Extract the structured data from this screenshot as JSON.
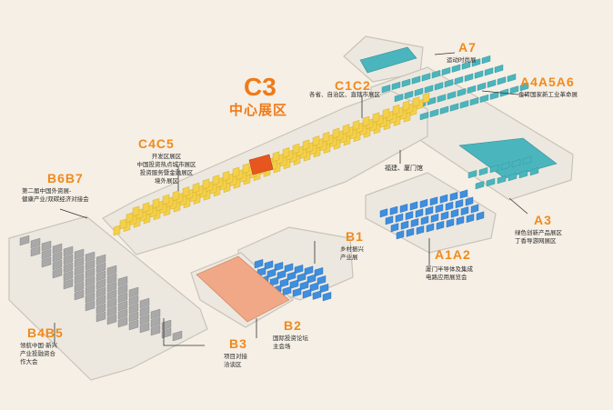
{
  "center": {
    "code": "C3",
    "name": "中心展区"
  },
  "zones": {
    "a7": {
      "code": "A7",
      "desc": "运动时尚展"
    },
    "a456": {
      "code": "A4A5A6",
      "desc": "金砖国家新工业革命展"
    },
    "a3": {
      "code": "A3",
      "desc": "绿色创新产品展区\n丁香导游网展区"
    },
    "a12": {
      "code": "A1A2",
      "desc": "厦门半导体及集成\n电路应用展览会"
    },
    "b1": {
      "code": "B1",
      "desc": "乡村振兴\n产业展"
    },
    "b2": {
      "code": "B2",
      "desc": "国际投资论坛\n主会场"
    },
    "b3": {
      "code": "B3",
      "desc": "项目对接\n洽谈区"
    },
    "b45": {
      "code": "B4B5",
      "desc": "领航中国·新兴\n产业投融资合\n作大会"
    },
    "b67": {
      "code": "B6B7",
      "desc": "第二届中国外资展-\n健康产业/双碳经济对接会"
    },
    "c45": {
      "code": "C4C5",
      "desc": "开发区展区\n中国投资热点城市展区\n投资服务暨金融展区\n境外展区"
    },
    "c12": {
      "code": "C1C2",
      "desc": "各省、自治区、直辖市展区"
    }
  },
  "pavilion": "福建、厦门馆",
  "colors": {
    "yellow": "#f4d04b",
    "blue": "#3d8fe0",
    "teal": "#4bb5bd",
    "gray": "#a9a9a9",
    "salmon": "#f0a886",
    "orange": "#f07a18",
    "hall": "#ece7dd"
  }
}
